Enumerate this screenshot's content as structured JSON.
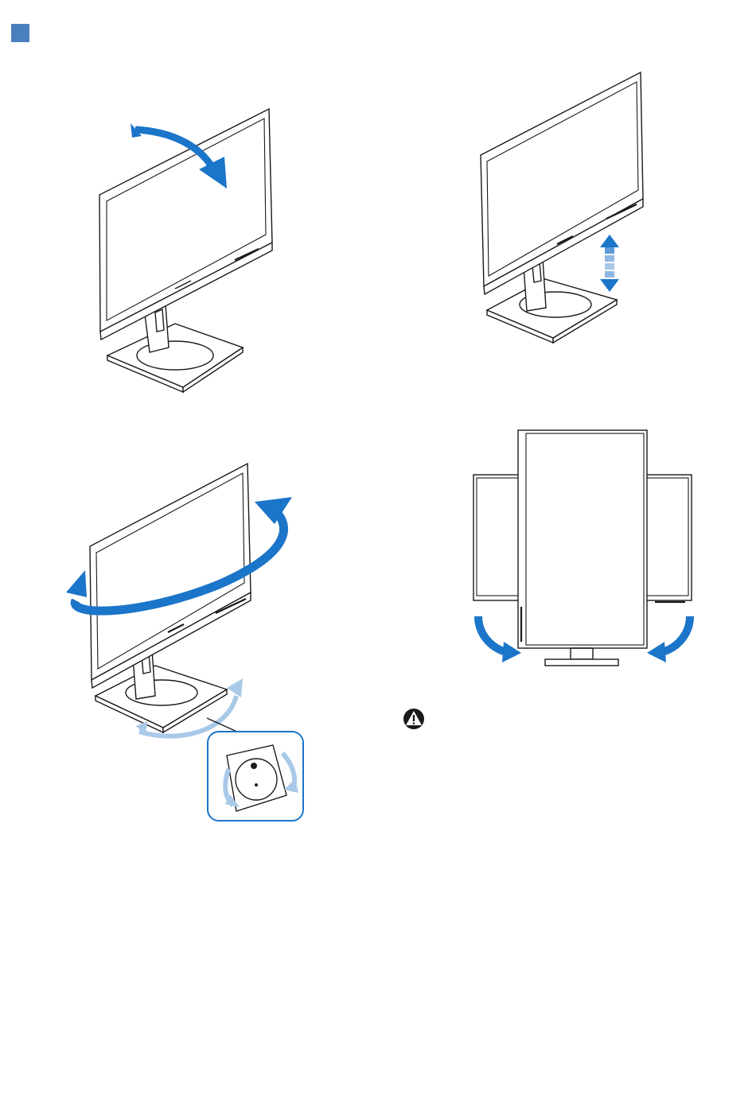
{
  "page": {
    "accent_color": "#4a7fbd",
    "arrow_color": "#1b75c9",
    "arrow_light_color": "#a9c9e8"
  },
  "figures": [
    {
      "id": "tilt",
      "icon": "tilt-arrow-icon"
    },
    {
      "id": "height",
      "icon": "height-adjust-arrow-icon"
    },
    {
      "id": "swivel",
      "icon": "swivel-arrow-icon"
    },
    {
      "id": "pivot",
      "icon": "pivot-arrow-icon"
    }
  ],
  "warning": {
    "icon": "warning-icon"
  }
}
